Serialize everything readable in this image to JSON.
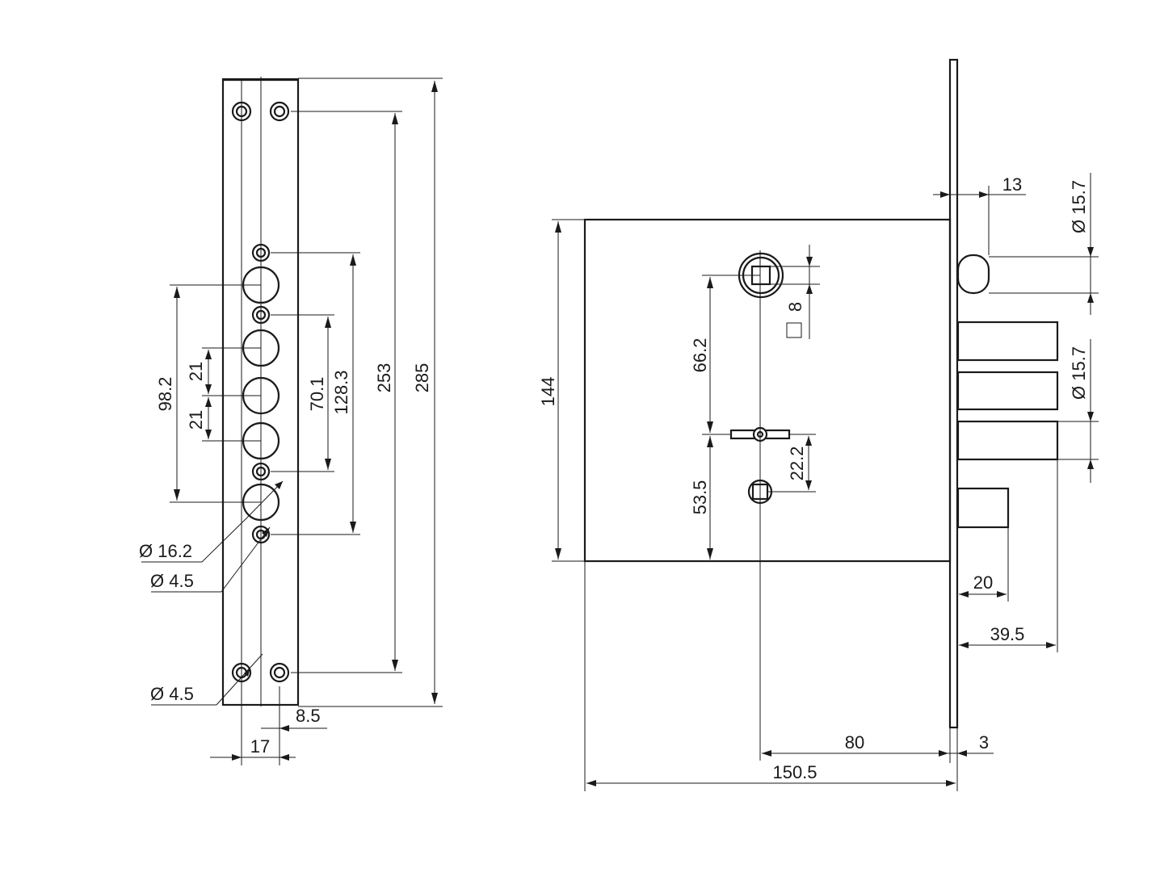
{
  "colors": {
    "line": "#1a1a1a",
    "background": "#ffffff"
  },
  "faceplate_view": {
    "overall_length": "285",
    "screw_span": "253",
    "cylinder_span_outer": "128.3",
    "cylinder_span_inner": "70.1",
    "hole_span": "98.2",
    "hole_pitch_upper": "21",
    "hole_pitch_lower": "21",
    "hole_diameter": "Ø 16.2",
    "small_hole_diameter": "Ø 4.5",
    "screw_hole_diameter": "Ø 4.5",
    "edge_offset": "8.5",
    "hole_spacing_width": "17"
  },
  "side_view": {
    "body_height": "144",
    "handle_to_key": "66.2",
    "key_to_lower": "53.5",
    "key_to_square": "22.2",
    "spindle_square": "8",
    "plate_to_bolt": "13",
    "bolt_diameter_top": "Ø 15.7",
    "bolt_diameter_mid": "Ø 15.7",
    "latch_throw": "20",
    "bolt_throw": "39.5",
    "backset": "80",
    "plate_thickness": "3",
    "total_depth": "150.5"
  }
}
